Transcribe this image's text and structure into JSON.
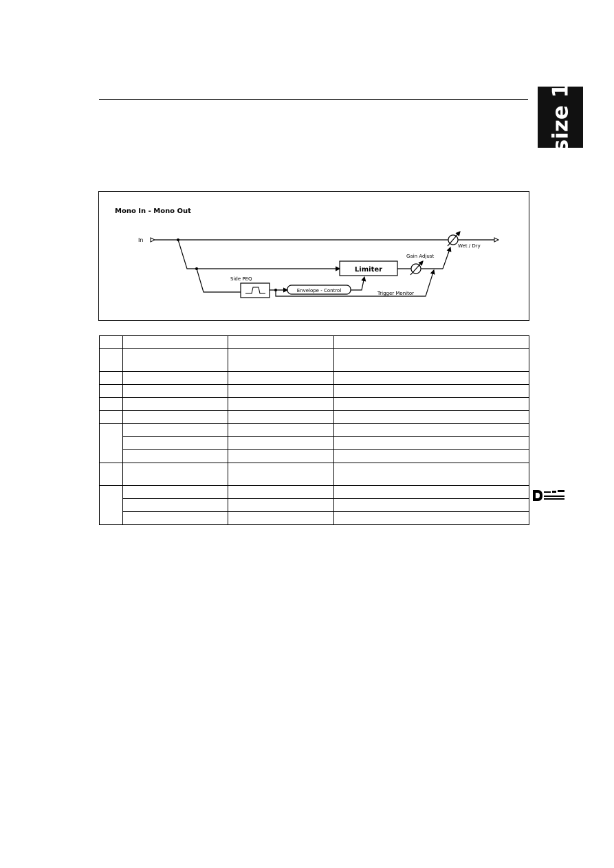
{
  "side_tab": {
    "label": "size 1"
  },
  "diagram": {
    "title": "Mono In - Mono Out",
    "labels": {
      "input": "In",
      "wet_dry": "Wet / Dry",
      "limiter": "Limiter",
      "gain_adjust": "Gain Adjust",
      "filter": "Side PEQ",
      "envelope": "Envelope - Control",
      "trigger": "Trigger Monitor"
    }
  },
  "table": {
    "rows": [
      [
        "",
        "",
        "",
        ""
      ],
      [
        "",
        "",
        "",
        ""
      ],
      [
        "",
        "",
        "",
        ""
      ],
      [
        "",
        "",
        "",
        ""
      ],
      [
        "",
        "",
        "",
        ""
      ],
      [
        "",
        "",
        "",
        ""
      ],
      [
        "",
        "",
        "",
        ""
      ],
      [
        "",
        "",
        "",
        ""
      ],
      [
        "",
        "",
        "",
        ""
      ],
      [
        "",
        "",
        "",
        ""
      ],
      [
        "",
        "",
        "",
        ""
      ],
      [
        "",
        "",
        "",
        ""
      ],
      [
        "",
        "",
        "",
        ""
      ]
    ]
  },
  "colors": {
    "ink": "#000000",
    "tab_bg": "#111111",
    "tab_text": "#ffffff"
  },
  "icons": [
    "wet-dry-knob-icon",
    "gain-adjust-knob-icon",
    "filter-peak-icon",
    "logo-icon"
  ]
}
